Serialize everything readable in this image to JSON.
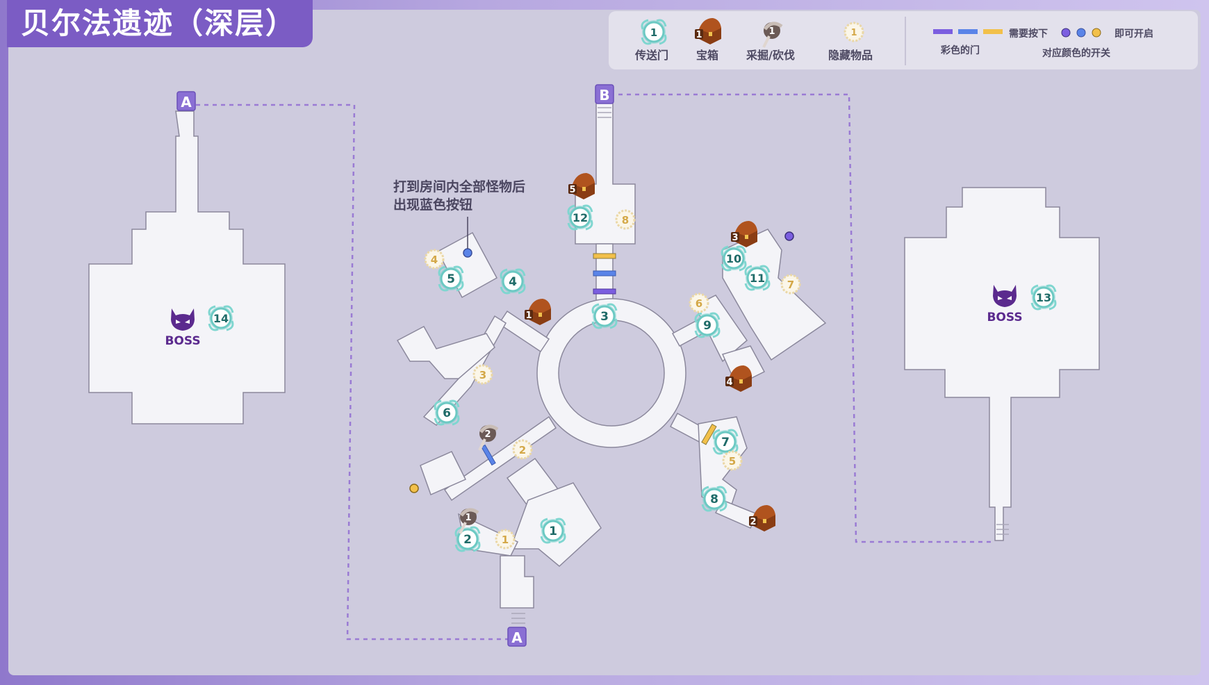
{
  "title": "贝尔法遗迹（深层）",
  "legend": {
    "portal": {
      "label": "传送门",
      "num": "1"
    },
    "chest": {
      "label": "宝箱",
      "num": "1"
    },
    "gather": {
      "label": "采掘/砍伐",
      "num": "1"
    },
    "hidden": {
      "label": "隐藏物品",
      "num": "1"
    },
    "color_door_label": "彩色的门",
    "press_label": "需要按下",
    "switch_label": "对应颜色的开关",
    "open_label": "即可开启"
  },
  "colors": {
    "purple": "#7b5ee0",
    "blue": "#5a84e8",
    "yellow": "#f2c04a",
    "portal": "#49bdb8",
    "chest": "#b0531e",
    "hidden": "#e8c98a",
    "boss": "#5b2a8e"
  },
  "annotation": "打到房间内全部怪物后\n出现蓝色按钮",
  "boss_label": "BOSS",
  "markers": {
    "A": "A",
    "B": "B"
  },
  "portals": [
    "1",
    "2",
    "3",
    "4",
    "5",
    "6",
    "7",
    "8",
    "9",
    "10",
    "11",
    "12",
    "13",
    "14"
  ],
  "chests": [
    "1",
    "2",
    "3",
    "4",
    "5"
  ],
  "gathers": [
    "1",
    "2"
  ],
  "hidden_items": [
    "1",
    "2",
    "3",
    "4",
    "5",
    "6",
    "7",
    "8"
  ]
}
